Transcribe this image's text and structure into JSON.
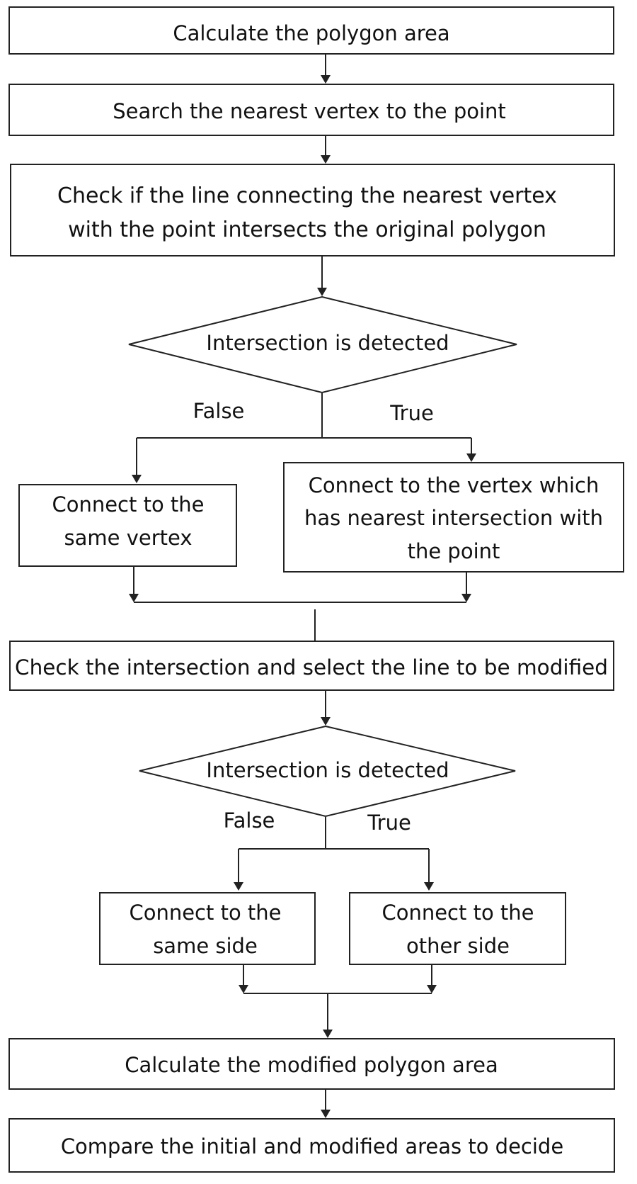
{
  "flowchart": {
    "steps": {
      "calc_area": "Calculate the polygon area",
      "search_vertex": "Search the nearest vertex to the point",
      "check_line": [
        "Check if the line connecting the nearest vertex",
        "with the point intersects the original polygon"
      ],
      "decision1": "Intersection is detected",
      "connect_same_vertex": [
        "Connect to the",
        "same vertex"
      ],
      "connect_vertex_nearest": [
        "Connect to the vertex which",
        "has nearest intersection with",
        "the point"
      ],
      "check_select": "Check the intersection and select the line to be modified",
      "decision2": "Intersection is detected",
      "connect_same_side": [
        "Connect to the",
        "same side"
      ],
      "connect_other_side": [
        "Connect to the",
        "other side"
      ],
      "calc_modified": "Calculate the modified polygon area",
      "compare": "Compare the initial and modified areas to decide"
    },
    "branch_labels": {
      "d1_false": "False",
      "d1_true": "True",
      "d2_false": "False",
      "d2_true": "True"
    },
    "colors": {
      "stroke": "#222222",
      "text": "#111111",
      "background": "#ffffff"
    }
  }
}
